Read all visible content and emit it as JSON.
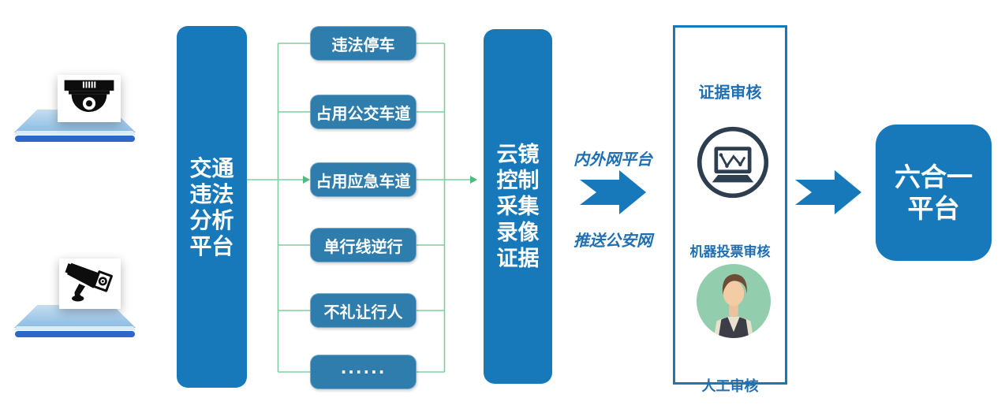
{
  "palette": {
    "primary_blue": "#1779b9",
    "violation_box_blue": "#2f7dac",
    "connector_green": "#7ecf9f",
    "arrowhead_green": "#4fb97e",
    "label_blue": "#1f6fb2",
    "platform_light_blue": "#9cc6e7",
    "platform_bar_blue": "#2d67c8",
    "avatar_green": "#92cead",
    "icon_navy": "#2d3e50"
  },
  "cameras": {
    "dome_camera": "dome-surveillance-camera",
    "bullet_camera": "bullet-surveillance-camera"
  },
  "analysis": {
    "label": "交通违法分析平台",
    "lines": [
      "交通",
      "违法",
      "分析",
      "平台"
    ]
  },
  "violations": [
    "违法停车",
    "占用公交车道",
    "占用应急车道",
    "单行线逆行",
    "不礼让行人",
    "......"
  ],
  "collection": {
    "label": "云镜控制采集录像证据",
    "lines": [
      "云镜",
      "控制",
      "采集",
      "录像",
      "证据"
    ]
  },
  "transfer": {
    "top_label": "内外网平台",
    "bottom_label": "推送公安网"
  },
  "review": {
    "title": "证据审核",
    "machine_label": "机器投票审核",
    "manual_label": "人工审核"
  },
  "final": {
    "label": "六合一平台",
    "lines": [
      "六合一",
      "平台"
    ]
  }
}
